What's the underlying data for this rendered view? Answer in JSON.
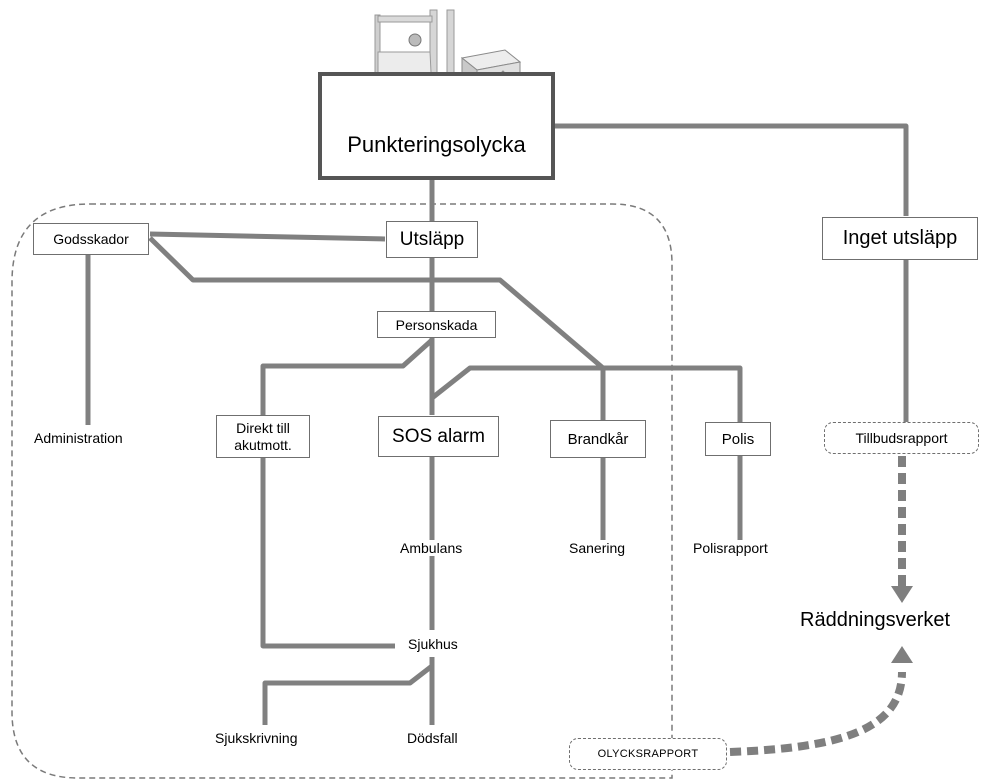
{
  "title": "Punkteringsolycka",
  "nodes": {
    "utslapp": "Utsläpp",
    "inget_utslapp": "Inget utsläpp",
    "godsskador": "Godsskador",
    "administration": "Administration",
    "personskada": "Personskada",
    "direkt_till_akutmott": "Direkt till akutmott.",
    "sos_alarm": "SOS alarm",
    "brandkar": "Brandkår",
    "polis": "Polis",
    "tillbudsrapport": "Tillbudsrapport",
    "ambulans": "Ambulans",
    "sanering": "Sanering",
    "polisrapport": "Polisrapport",
    "sjukhus": "Sjukhus",
    "raddningsverket": "Räddningsverket",
    "sjukskrivning": "Sjukskrivning",
    "dodsfall": "Dödsfall",
    "olycksrapport": "OLYCKSRAPPORT"
  },
  "colors": {
    "line": "#808080",
    "box_border": "#6f6f6f",
    "title_border": "#555555"
  },
  "illustration": "forklift-puncturing-crate-icon"
}
